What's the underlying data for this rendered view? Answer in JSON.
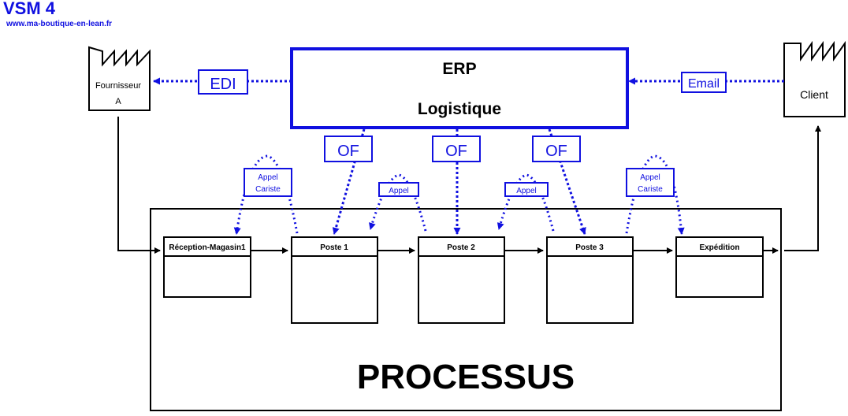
{
  "header": {
    "title": "VSM 4",
    "website": "www.ma-boutique-en-lean.fr"
  },
  "erp": {
    "line1": "ERP",
    "line2": "Logistique"
  },
  "supplier": {
    "line1": "Fournisseur",
    "line2": "A"
  },
  "client": {
    "label": "Client"
  },
  "info_flows": {
    "edi": "EDI",
    "email": "Email",
    "of": [
      "OF",
      "OF",
      "OF"
    ]
  },
  "kanban_calls": [
    {
      "line1": "Appel",
      "line2": "Cariste"
    },
    {
      "line1": "Appel",
      "line2": ""
    },
    {
      "line1": "Appel",
      "line2": ""
    },
    {
      "line1": "Appel",
      "line2": "Cariste"
    }
  ],
  "process": {
    "label": "PROCESSUS",
    "stations": [
      "Réception-Magasin1",
      "Poste 1",
      "Poste 2",
      "Poste 3",
      "Expédition"
    ]
  },
  "colors": {
    "info_flow": "#1010e0",
    "material_flow": "#000000",
    "background": "#ffffff"
  }
}
